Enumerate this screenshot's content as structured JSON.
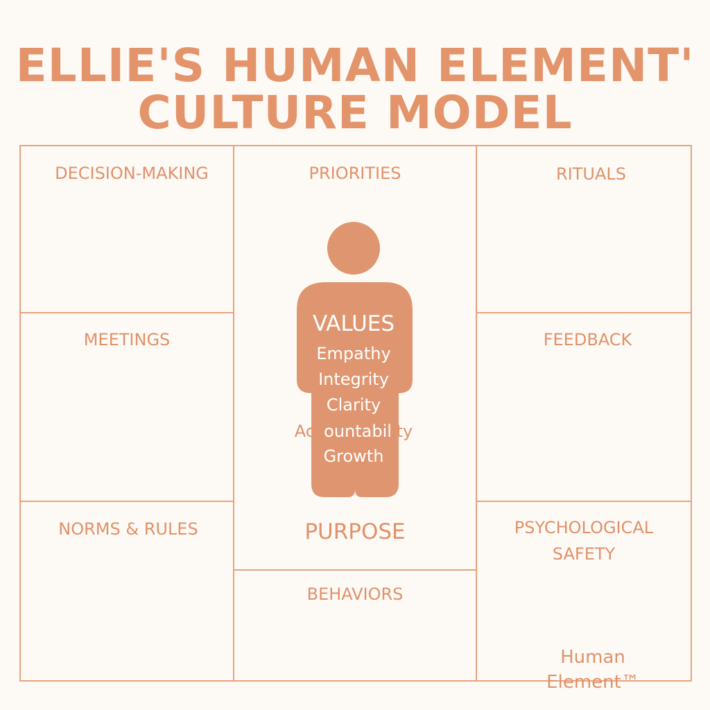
{
  "title": {
    "line1": "ELLIE'S HUMAN ELEMENT'",
    "line2": "CULTURE MODEL"
  },
  "cells": {
    "decision_making": "DECISION-MAKING",
    "meetings": "MEETINGS",
    "norms_rules": "NORMS & RULES",
    "priorities": "PRIORITIES",
    "purpose": "PURPOSE",
    "behaviors": "BEHAVIORS",
    "rituals": "RITUALS",
    "feedback": "FEEDBACK",
    "psych_safety_1": "PSYCHOLOGICAL",
    "psych_safety_2": "SAFETY"
  },
  "values": {
    "heading": "VALUES",
    "items": [
      "Empathy",
      "Integrity",
      "Clarity",
      "Accountability",
      "Growth"
    ]
  },
  "brand": "Human Element™",
  "colors": {
    "accent": "#e0916a",
    "background": "#fdfaf5",
    "figure": "#df9670"
  }
}
